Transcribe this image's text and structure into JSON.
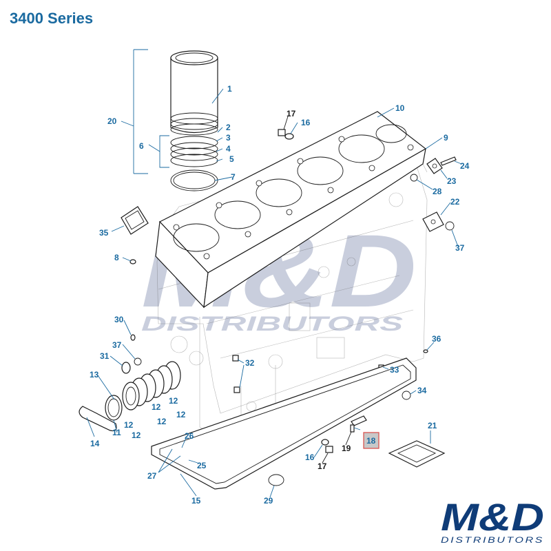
{
  "title": "3400 Series",
  "watermark": {
    "mark": "M&D",
    "text": "DISTRIBUTORS"
  },
  "logo": {
    "mark": "M&D",
    "text": "DISTRIBUTORS"
  },
  "colors": {
    "callout": "#1a6aa0",
    "title": "#1a6aa0",
    "highlight_fill": "#c8c8c8",
    "highlight_border": "#d9534f"
  },
  "callouts": {
    "c1": "1",
    "c2": "2",
    "c3": "3",
    "c4": "4",
    "c5": "5",
    "c6": "6",
    "c7": "7",
    "c8": "8",
    "c9": "9",
    "c10": "10",
    "c11": "11",
    "c12a": "12",
    "c12b": "12",
    "c12c": "12",
    "c12d": "12",
    "c12e": "12",
    "c12f": "12",
    "c13": "13",
    "c14": "14",
    "c15": "15",
    "c16a": "16",
    "c16b": "16",
    "c17a": "17",
    "c17b": "17",
    "c18": "18",
    "c19": "19",
    "c20": "20",
    "c21": "21",
    "c22": "22",
    "c23": "23",
    "c24": "24",
    "c25": "25",
    "c26": "26",
    "c27": "27",
    "c28": "28",
    "c29": "29",
    "c30": "30",
    "c31": "31",
    "c32": "32",
    "c33": "33",
    "c34": "34",
    "c35": "35",
    "c36": "36",
    "c37a": "37",
    "c37b": "37"
  }
}
